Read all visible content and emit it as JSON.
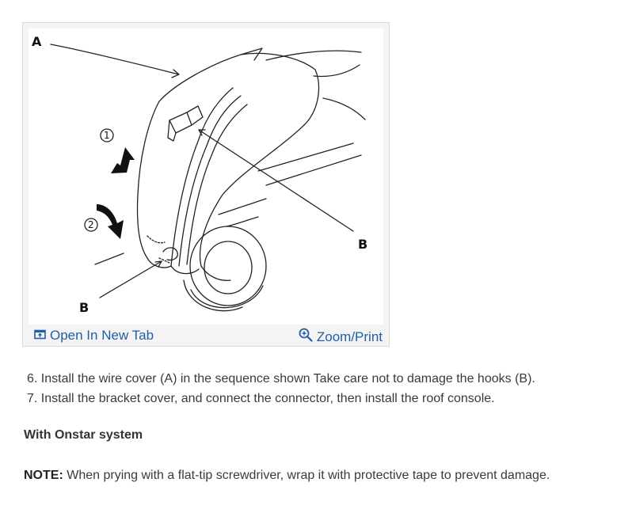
{
  "figure": {
    "callouts": {
      "a": "A",
      "b_right": "B",
      "b_bottom": "B",
      "step_1": "1",
      "step_2": "2"
    },
    "open_tab_label": "Open In New Tab",
    "zoom_label": "Zoom/Print",
    "link_color": "#1f5fa8"
  },
  "steps": [
    {
      "number": "6.",
      "text": "Install the wire cover (A) in the sequence shown Take care not to damage the hooks (B)."
    },
    {
      "number": "7.",
      "text": "Install the bracket cover, and connect the connector, then install the roof console."
    }
  ],
  "section_heading": "With Onstar system",
  "note": {
    "label": "NOTE:",
    "text": "When prying with a flat-tip screwdriver, wrap it with protective tape to prevent damage."
  }
}
